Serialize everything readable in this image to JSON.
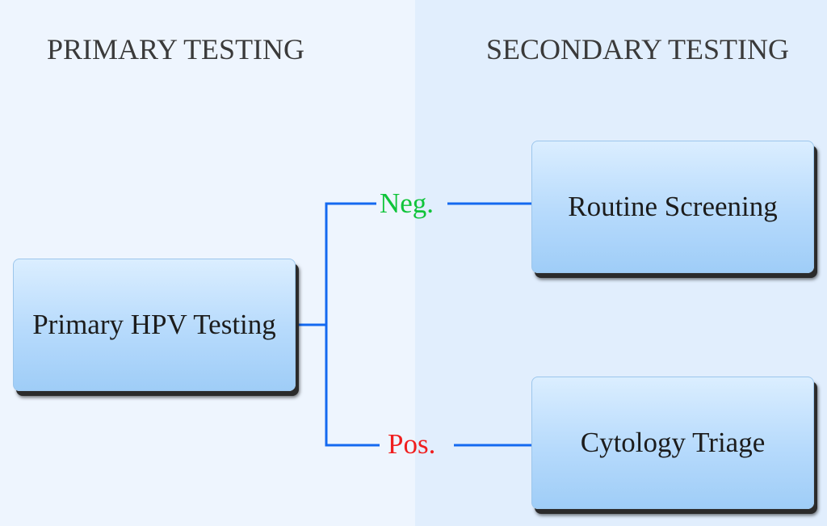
{
  "columns": {
    "primary_title": "PRIMARY TESTING",
    "secondary_title": "SECONDARY TESTING"
  },
  "nodes": {
    "primary": "Primary HPV Testing",
    "routine": "Routine Screening",
    "cytology": "Cytology Triage"
  },
  "edges": {
    "negative": "Neg.",
    "positive": "Pos."
  },
  "colors": {
    "left_panel_bg": "#eef5fe",
    "right_panel_bg": "#e1eefd",
    "connector": "#1469f0",
    "negative_label": "#10c43a",
    "positive_label": "#f01e1e"
  }
}
